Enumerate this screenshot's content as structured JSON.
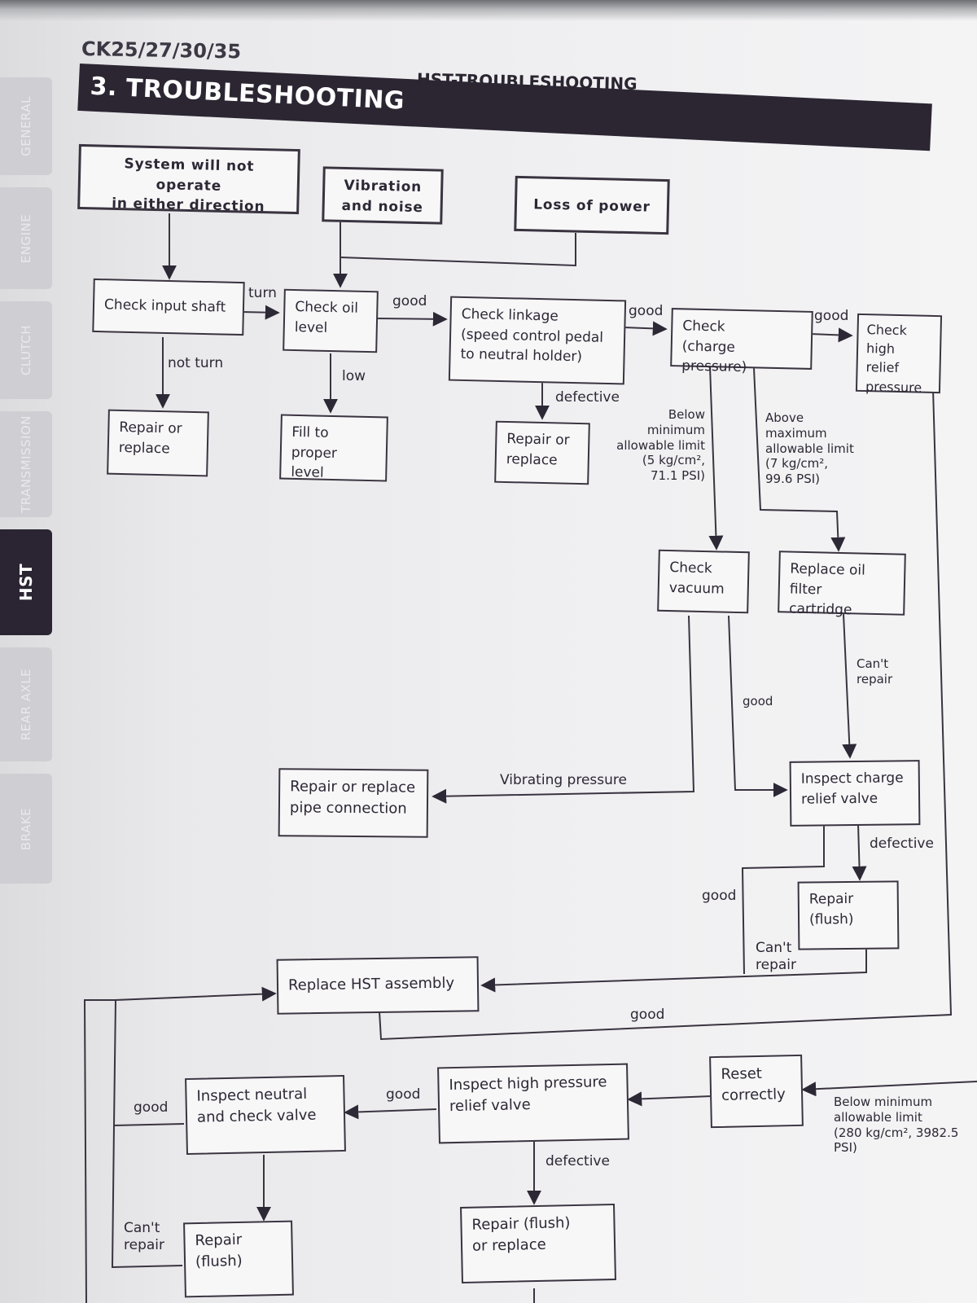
{
  "header": {
    "model": "CK25/27/30/35",
    "section": "HST-TROUBLESHOOTING",
    "title": "3. TROUBLESHOOTING"
  },
  "side_tabs": [
    {
      "label": "GENERAL",
      "active": false
    },
    {
      "label": "ENGINE",
      "active": false
    },
    {
      "label": "CLUTCH",
      "active": false
    },
    {
      "label": "TRANSMISSION",
      "active": false
    },
    {
      "label": "HST",
      "active": true
    },
    {
      "label": "REAR AXLE",
      "active": false
    },
    {
      "label": "BRAKE",
      "active": false
    }
  ],
  "boxes": {
    "no_operate": "System will not operate\nin either direction",
    "vibration": "Vibration\nand noise",
    "loss_power": "Loss of power",
    "check_input_shaft": "Check input shaft",
    "check_oil_level": "Check oil\nlevel",
    "check_linkage": "Check linkage\n(speed control pedal\nto neutral holder)",
    "check_charge_pressure": "Check\n(charge pressure)",
    "check_high_relief": "Check\nhigh relief\npressure",
    "repair_or_replace_1": "Repair or\nreplace",
    "fill_proper_level": "Fill to proper\nlevel",
    "repair_or_replace_2": "Repair or\nreplace",
    "check_vacuum": "Check\nvacuum",
    "replace_oil_filter": "Replace oil filter\ncartridge",
    "repair_pipe_connection": "Repair or replace\npipe connection",
    "inspect_charge_relief": "Inspect charge\nrelief valve",
    "repair_flush_1": "Repair\n(flush)",
    "replace_hst": "Replace HST assembly",
    "reset_correctly": "Reset\ncorrectly",
    "inspect_high_pressure": "Inspect high pressure\nrelief valve",
    "inspect_neutral_check": "Inspect neutral\nand check valve",
    "repair_flush_2": "Repair\n(flush)",
    "repair_flush_replace": "Repair (flush)\nor replace"
  },
  "labels": {
    "turn": "turn",
    "not_turn": "not turn",
    "good_oil": "good",
    "low": "low",
    "good_linkage": "good",
    "defective_linkage": "defective",
    "good_charge": "good",
    "below_min": "Below\nminimum\nallowable limit\n(5  kg/cm²,\n71.1 PSI)",
    "above_max": "Above\nmaximum\nallowable limit\n(7  kg/cm²,\n99.6 PSI)",
    "cant_repair_filter": "Can't\nrepair",
    "good_vacuum": "good",
    "vibrating_pressure": "Vibrating pressure",
    "defective_charge_relief": "defective",
    "good_charge_relief": "good",
    "cant_repair_flush": "Can't\nrepair",
    "good_high_relief": "good",
    "below_min_high": "Below minimum\nallowable limit\n(280  kg/cm², 3982.5 PSI)",
    "good_high_pressure": "good",
    "defective_high_pressure": "defective",
    "good_neutral": "good",
    "cant_repair_neutral": "Can't\nrepair"
  }
}
